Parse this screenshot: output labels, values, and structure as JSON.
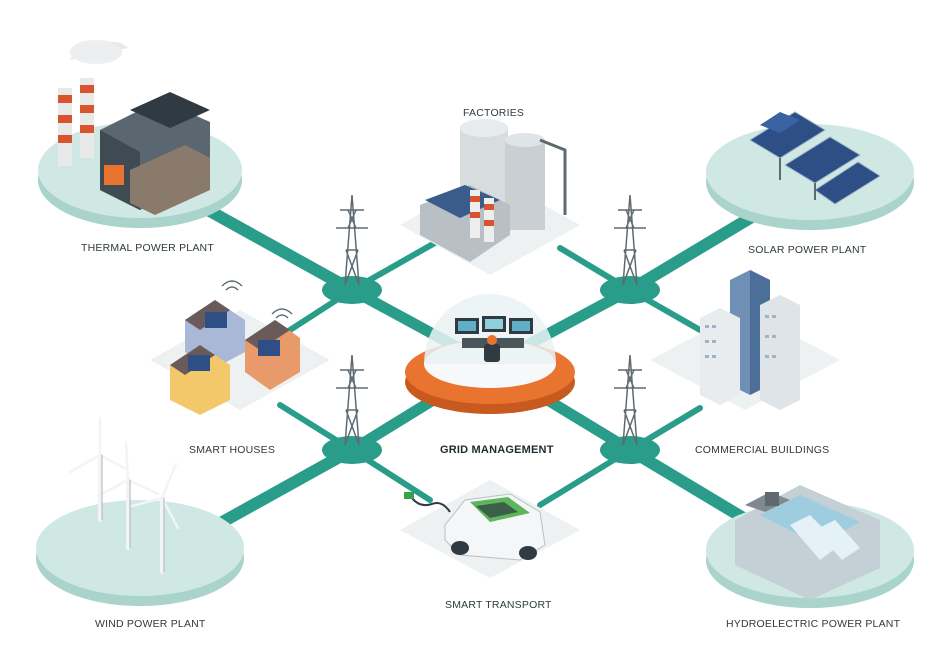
{
  "labels": {
    "thermal": "THERMAL POWER PLANT",
    "factories": "FACTORIES",
    "solar": "SOLAR POWER PLANT",
    "smart_houses": "SMART HOUSES",
    "grid_management": "GRID MANAGEMENT",
    "commercial": "COMMERCIAL BUILDINGS",
    "wind": "WIND POWER PLANT",
    "smart_transport": "SMART TRANSPORT",
    "hydro": "HYDROELECTRIC POWER PLANT"
  },
  "colors": {
    "road": "#2a9d8a",
    "node": "#2a9d8a",
    "platform": "#cfe8e3",
    "platform_edge": "#a9d3cb",
    "tile": "#eef1f1",
    "hub_ring": "#e8742f",
    "hub_dome": "#e9f2f4",
    "label": "#2e3a3f"
  },
  "icons": [
    "factory-icon",
    "solar-panel-icon",
    "house-icon",
    "wind-turbine-icon",
    "electric-car-icon",
    "dam-icon",
    "office-tower-icon",
    "pylon-icon",
    "control-room-icon"
  ]
}
